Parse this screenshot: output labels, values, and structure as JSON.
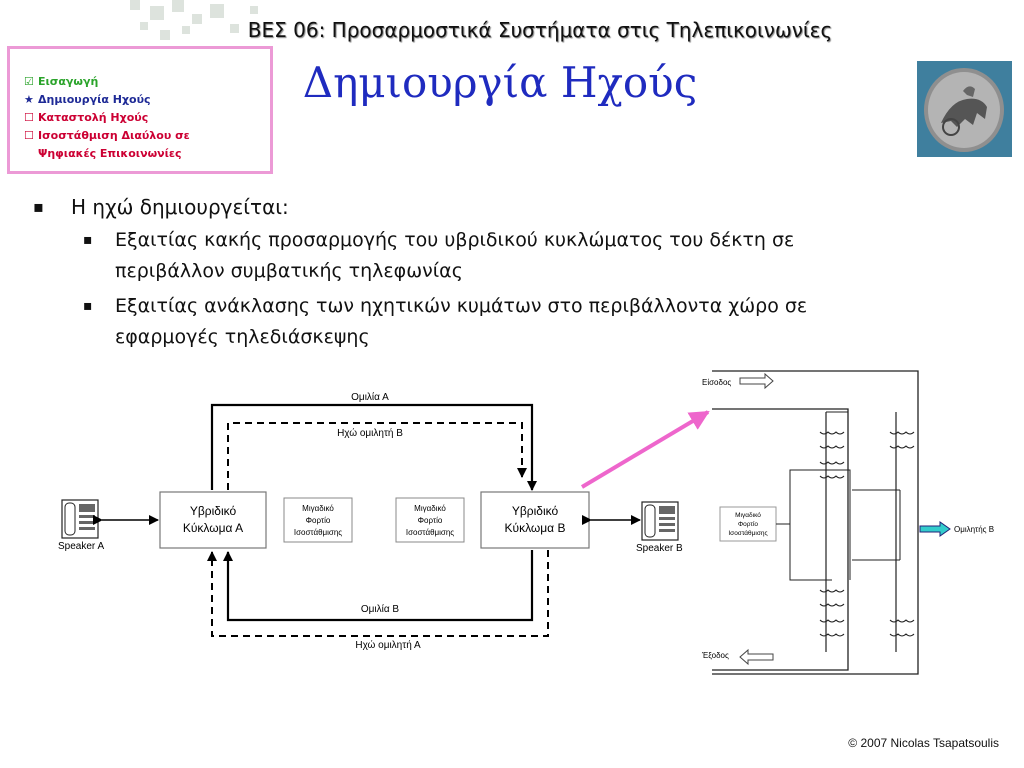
{
  "header": {
    "title": "ΒΕΣ 06: Προσαρμοστικά Συστήματα στις Τηλεπικοινωνίες"
  },
  "page_title": "Δημιουργία Ηχούς",
  "toc": {
    "items": [
      {
        "mark": "☑",
        "label": "Εισαγωγή",
        "state": "done"
      },
      {
        "mark": "★",
        "label": "Δημιουργία Ηχούς",
        "state": "current"
      },
      {
        "mark": "☐",
        "label": "Καταστολή Ηχούς",
        "state": "pending"
      },
      {
        "mark": "☐",
        "label": "Ισοστάθμιση Διαύλου σε",
        "state": "pending"
      }
    ],
    "continuation": "Ψηφιακές Επικοινωνίες"
  },
  "bullets": {
    "main": "Η ηχώ δημιουργείται:",
    "sub1": {
      "line1": "Εξαιτίας κακής προσαρμογής του υβριδικού κυκλώματος του δέκτη σε",
      "line2": "περιβάλλον συμβατικής τηλεφωνίας"
    },
    "sub2": {
      "line1": "Εξαιτίας ανάκλασης των ηχητικών κυμάτων στο περιβάλλοντα χώρο σε",
      "line2": "εφαρμογές τηλεδιάσκεψης"
    }
  },
  "diagram": {
    "hybrid_a": {
      "line1": "Υβριδικό",
      "line2": "Κύκλωμα Α"
    },
    "hybrid_b": {
      "line1": "Υβριδικό",
      "line2": "Κύκλωμα Β"
    },
    "load": {
      "line1": "Μιγαδικό",
      "line2": "Φορτίο",
      "line3": "Ισοστάθμισης"
    },
    "speaker_a": "Speaker A",
    "speaker_b": "Speaker B",
    "speech_a": "Ομιλία Α",
    "echo_b": "Ηχώ ομιλητή Β",
    "speech_b": "Ομιλία Β",
    "echo_a": "Ηχώ ομιλητή Α"
  },
  "detail": {
    "input": "Είσοδος",
    "output": "Έξοδος",
    "speaker_b_out": "Ομιλητής Β",
    "load": {
      "line1": "Μιγαδικό",
      "line2": "Φορτίο",
      "line3": "Ισοστάθμισης"
    }
  },
  "footer": "© 2007 Nicolas Tsapatsoulis",
  "colors": {
    "title_blue": "#1f2bbf",
    "toc_border": "#ec9ad6",
    "arrow_pink": "#ee66cc",
    "output_arrow": "#33cccc",
    "coin_bg": "#3f7f9e"
  },
  "icons": {
    "telephone": "telephone-icon",
    "coin": "ancient-coin-chariot"
  }
}
